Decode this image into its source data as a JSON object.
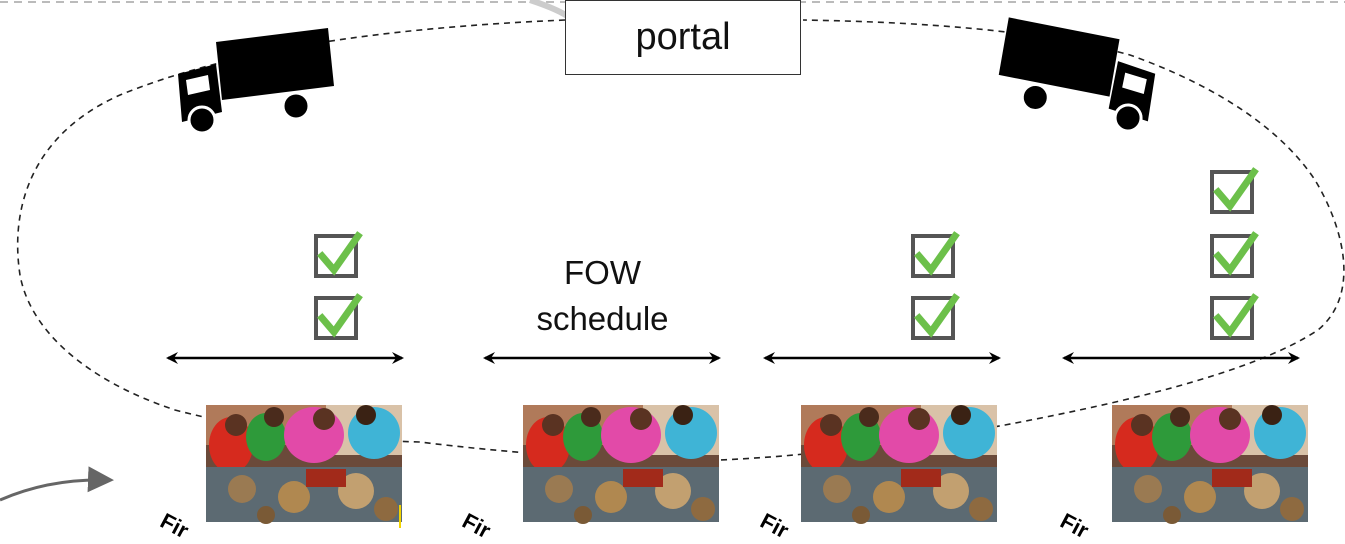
{
  "portal": {
    "label": "portal"
  },
  "schedule": {
    "line1": "FOW",
    "line2": "schedule"
  },
  "firm_label": "Fir",
  "icons": {
    "truck": "truck-icon",
    "check": "checkbox-checked-icon",
    "arrow": "double-headed-arrow-icon",
    "photo": "artisan-workshop-photo"
  },
  "colors": {
    "check_green": "#6cc04a",
    "check_box": "#555555",
    "truck": "#000000",
    "dash": "#222222",
    "curve_arrow": "#666666",
    "top_border": "#bbbbbb",
    "yellow_line": "#f2d400"
  },
  "groups": [
    {
      "id": "firm-1",
      "checks": 2
    },
    {
      "id": "firm-2",
      "checks": 0
    },
    {
      "id": "firm-3",
      "checks": 2
    },
    {
      "id": "firm-4",
      "checks": 3
    }
  ]
}
